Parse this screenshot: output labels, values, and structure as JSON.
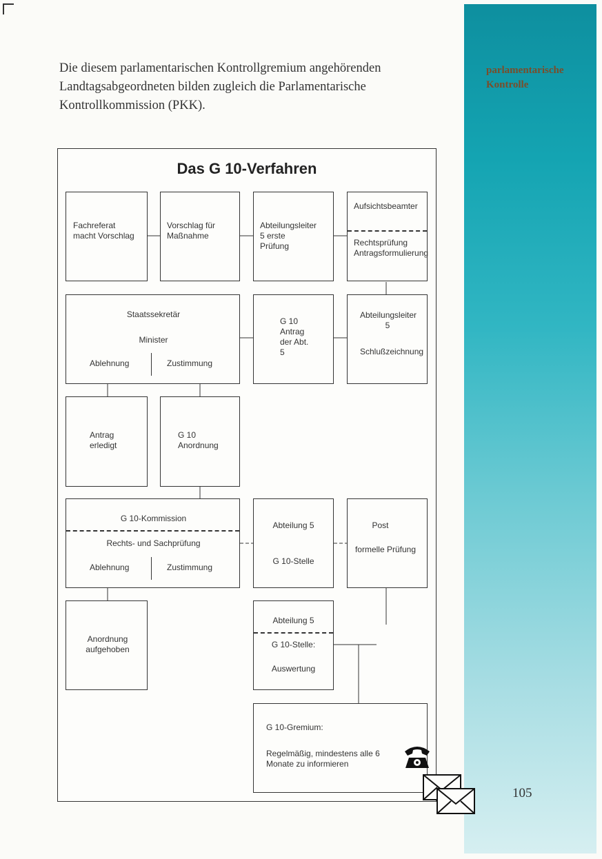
{
  "intro_text": "Die diesem parlamentarischen Kontrollgremium angehörenden Landtagsabgeordneten bilden zugleich die Parlamentarische Kontrollkommission (PKK).",
  "sidebar": {
    "heading": "parlamentarische Kontrolle"
  },
  "page_number": "105",
  "diagram": {
    "title": "Das G 10-Verfahren",
    "fachreferat": "Fachreferat macht Vorschlag",
    "vorschlag": "Vorschlag für Maßnahme",
    "abteilungsleiter_pruefung": "Abteilungsleiter 5 erste Prüfung",
    "aufsicht": {
      "top": "Aufsichtsbeamter",
      "bottom": "Rechtsprüfung Antragsformulierung"
    },
    "staat": {
      "line1": "Staatssekretär",
      "line2": "Minister",
      "reject": "Ablehnung",
      "approve": "Zustimmung"
    },
    "antrag_abt5": "G 10 Antrag der Abt. 5",
    "schlusszeichnung": {
      "top": "Abteilungsleiter 5",
      "bottom": "Schlußzeichnung"
    },
    "antrag_erledigt": "Antrag erledigt",
    "anordnung": "G 10 Anordnung",
    "kommission": {
      "top": "G 10-Kommission",
      "middle": "Rechts- und Sachprüfung",
      "reject": "Ablehnung",
      "approve": "Zustimmung"
    },
    "abt5_stelle": {
      "top": "Abteilung 5",
      "bottom": "G 10-Stelle"
    },
    "post": {
      "top": "Post",
      "bottom": "formelle Prüfung"
    },
    "aufgehoben": "Anordnung aufgehoben",
    "auswertung": {
      "top": "Abteilung 5",
      "middle": "G 10-Stelle:",
      "bottom": "Auswertung"
    },
    "gremium": {
      "top": "G 10-Gremium:",
      "bottom": "Regelmäßig, mindestens alle 6 Monate zu informieren"
    }
  }
}
